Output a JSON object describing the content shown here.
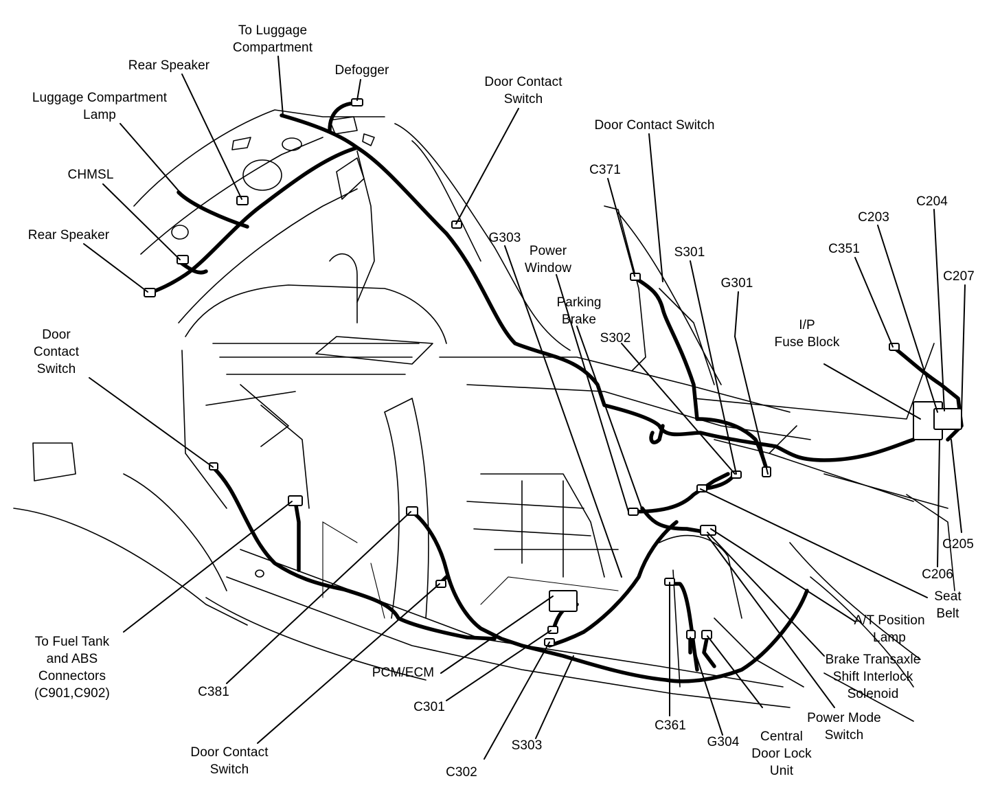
{
  "labels": {
    "to_luggage_compartment": "To Luggage\nCompartment",
    "defogger": "Defogger",
    "rear_speaker_top": "Rear Speaker",
    "luggage_compartment_lamp": "Luggage Compartment\nLamp",
    "chmsl": "CHMSL",
    "rear_speaker_left": "Rear Speaker",
    "door_contact_switch_top": "Door Contact\nSwitch",
    "door_contact_switch_upper_right": "Door Contact Switch",
    "c371": "C371",
    "g303": "G303",
    "power_window": "Power\nWindow",
    "s301": "S301",
    "g301": "G301",
    "parking_brake": "Parking\nBrake",
    "s302": "S302",
    "c351": "C351",
    "c203": "C203",
    "c204": "C204",
    "c207": "C207",
    "ip_fuse_block": "I/P\nFuse Block",
    "door_contact_switch_left": "Door\nContact\nSwitch",
    "c205": "C205",
    "c206": "C206",
    "seat_belt": "Seat\nBelt",
    "at_position_lamp": "A/T Position\nLamp",
    "brake_transaxle": "Brake Transaxle\nShift Interlock\nSolenoid",
    "power_mode_switch": "Power Mode\nSwitch",
    "central_door_lock": "Central\nDoor Lock\nUnit",
    "g304": "G304",
    "c361": "C361",
    "s303": "S303",
    "c302": "C302",
    "c301": "C301",
    "pcm_ecm": "PCM/ECM",
    "door_contact_switch_bottom": "Door Contact\nSwitch",
    "c381": "C381",
    "to_fuel_tank": "To Fuel Tank\nand ABS\nConnectors\n(C901,C902)"
  }
}
